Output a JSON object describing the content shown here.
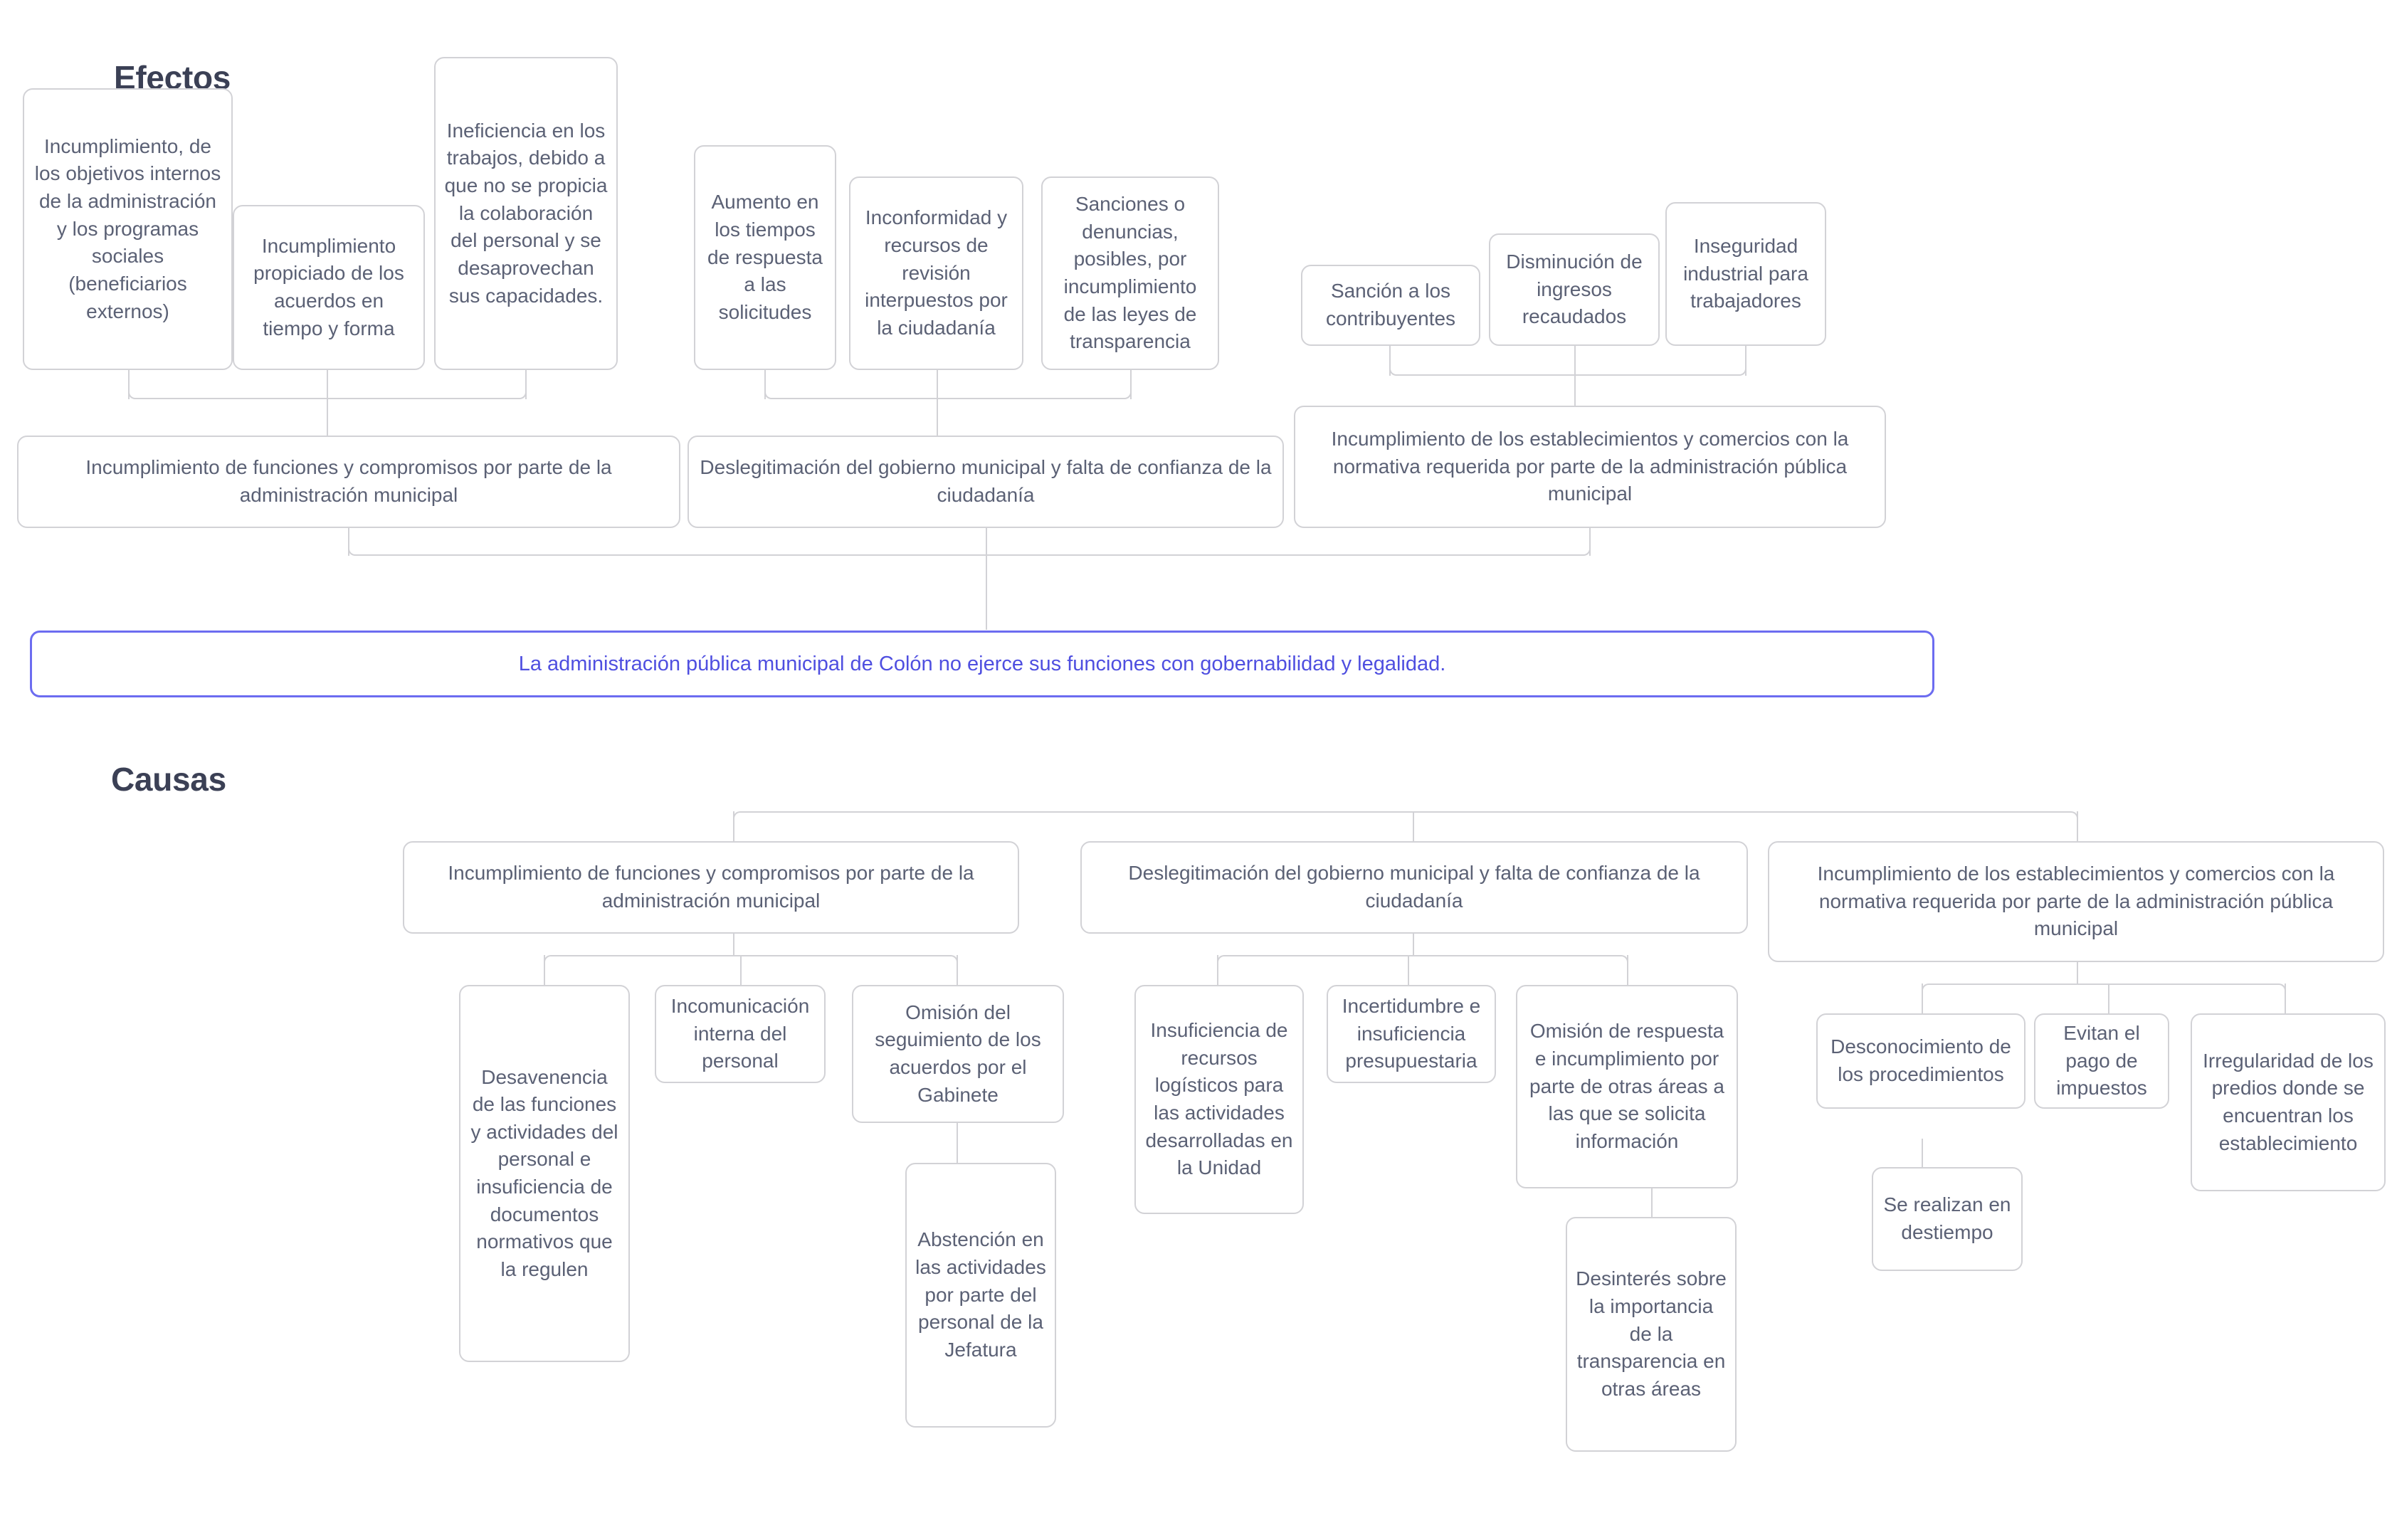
{
  "diagram": {
    "type": "problem-tree",
    "headings": {
      "effects": "Efectos",
      "causes": "Causas"
    },
    "central_problem": "La administración pública municipal de Colón no ejerce sus funciones con gobernabilidad y legalidad.",
    "effects": {
      "top_row": [
        "Incumplimiento, de los objetivos internos de la administración y los programas sociales (beneficiarios externos)",
        "Incumplimiento propiciado de los acuerdos en tiempo y forma",
        "Ineficiencia en los trabajos, debido a que no se propicia la colaboración del personal y se desaprovechan sus capacidades.",
        "Aumento en los tiempos de respuesta a las solicitudes",
        "Inconformidad y recursos de revisión interpuestos por la ciudadanía",
        "Sanciones o denuncias, posibles, por incumplimiento de las leyes de transparencia",
        "Sanción a los contribuyentes",
        "Disminución de ingresos recaudados",
        "Inseguridad industrial para trabajadores"
      ],
      "second_row": [
        "Incumplimiento de funciones y compromisos por parte de la administración municipal",
        "Deslegitimación del gobierno municipal y falta de confianza de la ciudadanía",
        "Incumplimiento de los establecimientos y comercios con la normativa requerida por parte de la administración pública municipal"
      ]
    },
    "causes": {
      "first_row": [
        "Incumplimiento de funciones y compromisos por parte de la administración municipal",
        "Deslegitimación del gobierno municipal y falta de confianza de la ciudadanía",
        "Incumplimiento de los establecimientos y comercios con la normativa requerida por parte de la administración pública municipal"
      ],
      "group_1": [
        "Desavenencia de las funciones y actividades del personal e insuficiencia de documentos normativos que la regulen",
        "Incomunicación interna del personal",
        "Omisión del seguimiento de los acuerdos por el Gabinete",
        "Abstención en las actividades por parte del personal de la Jefatura"
      ],
      "group_2": [
        "Insuficiencia de recursos logísticos para las actividades desarrolladas en la Unidad",
        "Incertidumbre e insuficiencia presupuestaria",
        "Omisión de respuesta e incumplimiento por parte de otras áreas a las que se solicita información",
        "Desinterés sobre la importancia de la transparencia en otras áreas"
      ],
      "group_3": [
        "Desconocimiento de los procedimientos",
        "Evitan el pago de impuestos",
        "Irregularidad de los predios donde se encuentran los establecimiento",
        "Se realizan en destiempo"
      ]
    },
    "colors": {
      "node_border": "#d2d2d6",
      "node_text": "#5b6175",
      "central_border": "#6c6cf0",
      "central_text": "#4f4fe0",
      "heading_text": "#3b4055",
      "background": "#ffffff"
    }
  }
}
